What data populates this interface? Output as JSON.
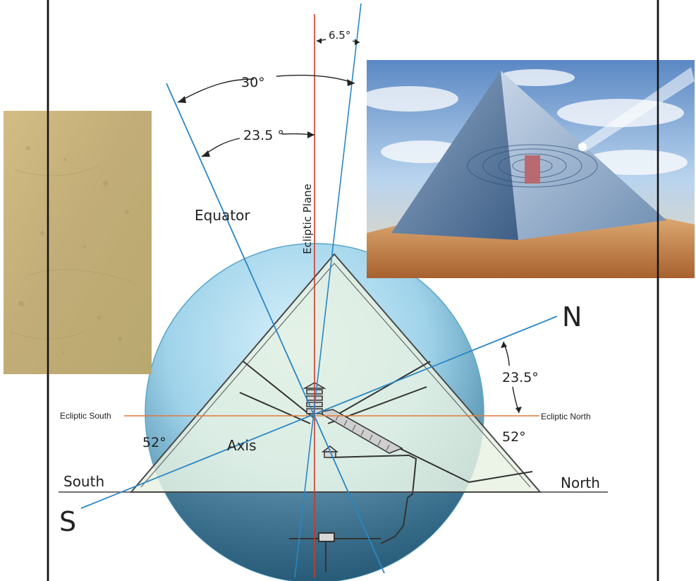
{
  "diagram": {
    "angles": {
      "top_offset": "6.5°",
      "equator_tilt": "30°",
      "axial_tilt_top": "23.5 °",
      "axial_tilt_right": "23.5°",
      "base_left": "52°",
      "base_right": "52°"
    },
    "labels": {
      "equator": "Equator",
      "ecliptic_plane": "Ecliptic Plane",
      "ecliptic_south": "Ecliptic South",
      "ecliptic_north": "Ecliptic North",
      "axis": "Axis",
      "south": "South",
      "north": "North",
      "pole_north": "N",
      "pole_south": "S"
    },
    "colors": {
      "sphere": "#8ccbe6",
      "pyramid_fill": "#e8f2e4",
      "axis_line": "#2a86c4",
      "ecliptic_line": "#cc3a2a",
      "ecliptic_horizontal": "#e07a3a",
      "stone_texture": "#c9b27e",
      "sky": "#9fc3e6",
      "sand": "#d79a5d"
    }
  }
}
